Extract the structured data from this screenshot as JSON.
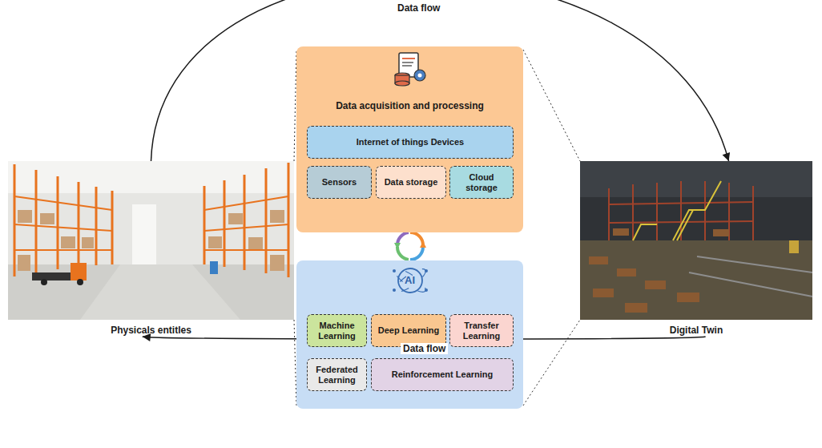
{
  "diagram": {
    "nodes": [
      {
        "text": [
          "Physicals entitles"
        ]
      },
      {
        "text": [
          "Data acquisition and processing"
        ]
      },
      {
        "text": [
          "Internet of things Devices"
        ],
        "in": 1
      },
      {
        "text": [
          "Sensors"
        ],
        "in": 1
      },
      {
        "text": [
          "Data storage"
        ],
        "in": 1
      },
      {
        "text": [
          "Cloud storage"
        ],
        "in": 1
      },
      {
        "text": [
          "AI"
        ]
      },
      {
        "text": [
          "Machine Learning"
        ],
        "in": 6
      },
      {
        "text": [
          "Deep Learning"
        ],
        "in": 6
      },
      {
        "text": [
          "Transfer Learning"
        ],
        "in": 6
      },
      {
        "text": [
          "Federated Learning"
        ],
        "in": 6
      },
      {
        "text": [
          "Reinforcement Learning"
        ],
        "in": 6
      },
      {
        "text": [
          "Digital Twin"
        ]
      }
    ],
    "edges": [
      {
        "from": 0,
        "to": 12,
        "label": "Data flow",
        "arrow": "to"
      },
      {
        "from": 12,
        "to": 0,
        "label": "Data flow",
        "arrow": "to"
      }
    ]
  }
}
